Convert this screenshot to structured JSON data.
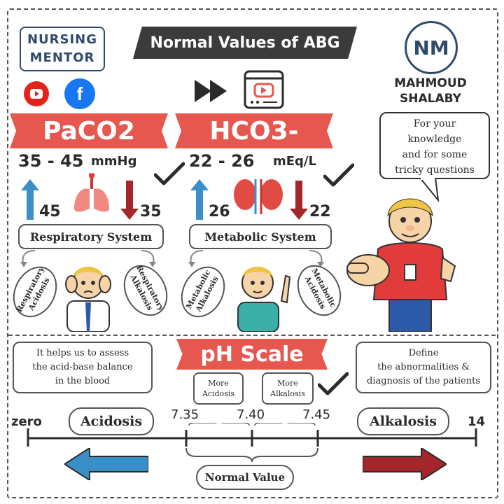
{
  "brand": {
    "logo_line1": "NURSING",
    "logo_line2": "MENTOR",
    "author_line1": "MAHMOUD",
    "author_line2": "SHALABY",
    "monogram": "NM"
  },
  "title": "Normal Values of ABG",
  "social": {
    "youtube_icon": "youtube-icon",
    "facebook_icon": "facebook-icon",
    "fast_forward_icon": "fast-forward-icon",
    "video_icon": "video-player-icon"
  },
  "paco2": {
    "label": "PaCO2",
    "range": "35 - 45",
    "unit": "mmHg",
    "high": "45",
    "low": "35",
    "system": "Respiratory System",
    "left_condition": "Respiratory Acidosis",
    "right_condition": "Respiratory Alkalosis"
  },
  "hco3": {
    "label": "HCO3-",
    "range": "22 - 26",
    "unit": "mEq/L",
    "high": "26",
    "low": "22",
    "system": "Metabolic System",
    "left_condition": "Metabolic Alkalosis",
    "right_condition": "Metabolic Acidosis"
  },
  "speech_bubble": [
    "For your",
    "knowledge",
    "and for some",
    "tricky questions"
  ],
  "ph": {
    "title": "pH Scale",
    "left_note": [
      "It helps us to assess",
      "the acid-base balance",
      "in the blood"
    ],
    "right_note": [
      "Define",
      "the abnormalities &",
      "diagnosis of the patients"
    ],
    "more_acidosis": [
      "More",
      "Acidosis"
    ],
    "more_alkalosis": [
      "More",
      "Alkalosis"
    ],
    "zero": "zero",
    "fourteen": "14",
    "acidosis": "Acidosis",
    "alkalosis": "Alkalosis",
    "v735": "7.35",
    "v740": "7.40",
    "v745": "7.45",
    "normal_value": "Normal Value"
  },
  "colors": {
    "red": "#e5574f",
    "blue": "#3a8fc9",
    "dark_red": "#a3262a",
    "navy": "#2f4a6b",
    "dark": "#3b3b3b"
  }
}
